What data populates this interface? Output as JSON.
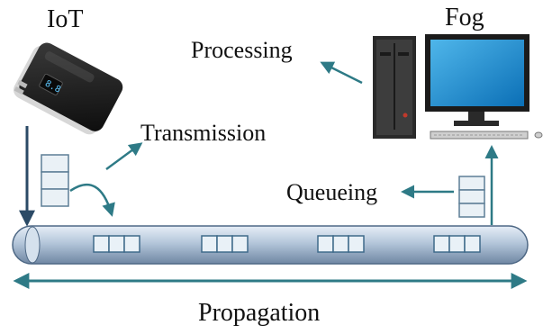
{
  "labels": {
    "iot": "IoT",
    "fog": "Fog",
    "processing": "Processing",
    "transmission": "Transmission",
    "queueing": "Queueing",
    "propagation": "Propagation"
  },
  "icons": {
    "iot_device": "power-bank-icon",
    "fog_node": "desktop-computer-icon"
  },
  "colors": {
    "arrow": "#2e7a86",
    "link_tube": "#b8c9dd",
    "packet": "#dde8f0",
    "packet_stroke": "#5d7e96",
    "screen": "#1f8fd0"
  }
}
